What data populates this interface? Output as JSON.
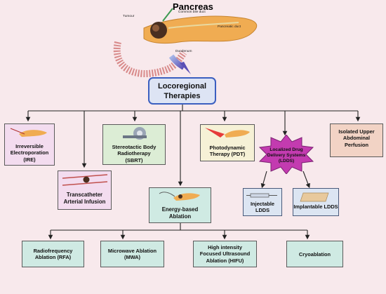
{
  "pancreas": {
    "title": "Pancreas",
    "labels": {
      "tumour": "Tumour",
      "common_bile_duct": "Common bile duct",
      "pancreatic_duct": "Pancreatic duct",
      "duodenum": "Duodenum"
    }
  },
  "root": {
    "line1": "Locoregional",
    "line2": "Therapies"
  },
  "therapies": {
    "ire": {
      "line1": "Irreversible",
      "line2": "Electroporation",
      "line3": "(IRE)"
    },
    "tai": {
      "line1": "Transcatheter",
      "line2": "Arterial Infusion"
    },
    "sbrt": {
      "line1": "Stereotactic Body",
      "line2": "Radiotherapy",
      "line3": "(SBRT)"
    },
    "energy": {
      "line1": "Energy-based",
      "line2": "Ablation"
    },
    "pdt": {
      "line1": "Photodynamic",
      "line2": "Therapy (PDT)"
    },
    "ldds": {
      "line1": "Localized Drug",
      "line2": "Delivery Systems",
      "line3": "(LDDS)"
    },
    "iuap": {
      "line1": "Isolated Upper",
      "line2": "Abdominal",
      "line3": "Perfusion"
    }
  },
  "ldds_types": {
    "injectable": {
      "line1": "Injectable",
      "line2": "LDDS"
    },
    "implantable": {
      "line1": "Implantable LDDS"
    }
  },
  "ablation": {
    "rfa": {
      "line1": "Radiofrequency",
      "line2": "Ablation (RFA)"
    },
    "mwa": {
      "line1": "Microwave Ablation",
      "line2": "(MWA)"
    },
    "hifu": {
      "line1": "High intensity",
      "line2": "Focused Ultrasound",
      "line3": "Ablation (HIFU)"
    },
    "cryo": {
      "line1": "Cryoablation"
    }
  },
  "colors": {
    "background": "#f8e9ec",
    "root_fill": "#dde4f4",
    "root_border": "#3b5fc0",
    "ire_fill": "#f3dcef",
    "green_fill": "#dcedd5",
    "teal_fill": "#cfeae3",
    "yellow_fill": "#f6f1d6",
    "blue_fill": "#dce5f2",
    "purple_star": "#c33bb0",
    "salmon_fill": "#f2d3c5",
    "pancreas": "#f0ac52",
    "arrow": "#6b5fc0"
  }
}
